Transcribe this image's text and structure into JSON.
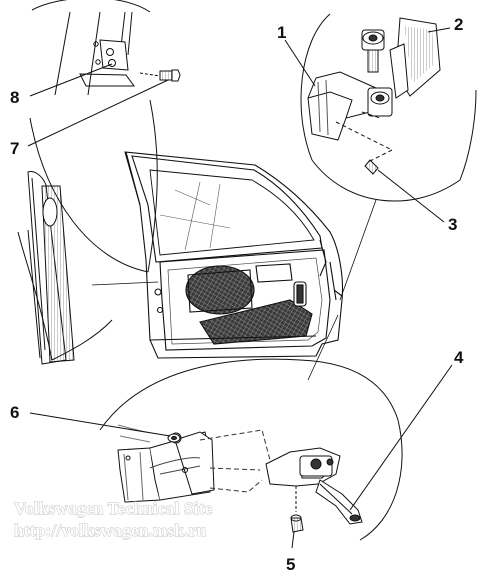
{
  "callouts": [
    "1",
    "2",
    "3",
    "4",
    "5",
    "6",
    "7",
    "8"
  ],
  "watermark": {
    "line1": "Volkswagen Technical Site",
    "line2": "http://volkswagen.msk.ru"
  }
}
